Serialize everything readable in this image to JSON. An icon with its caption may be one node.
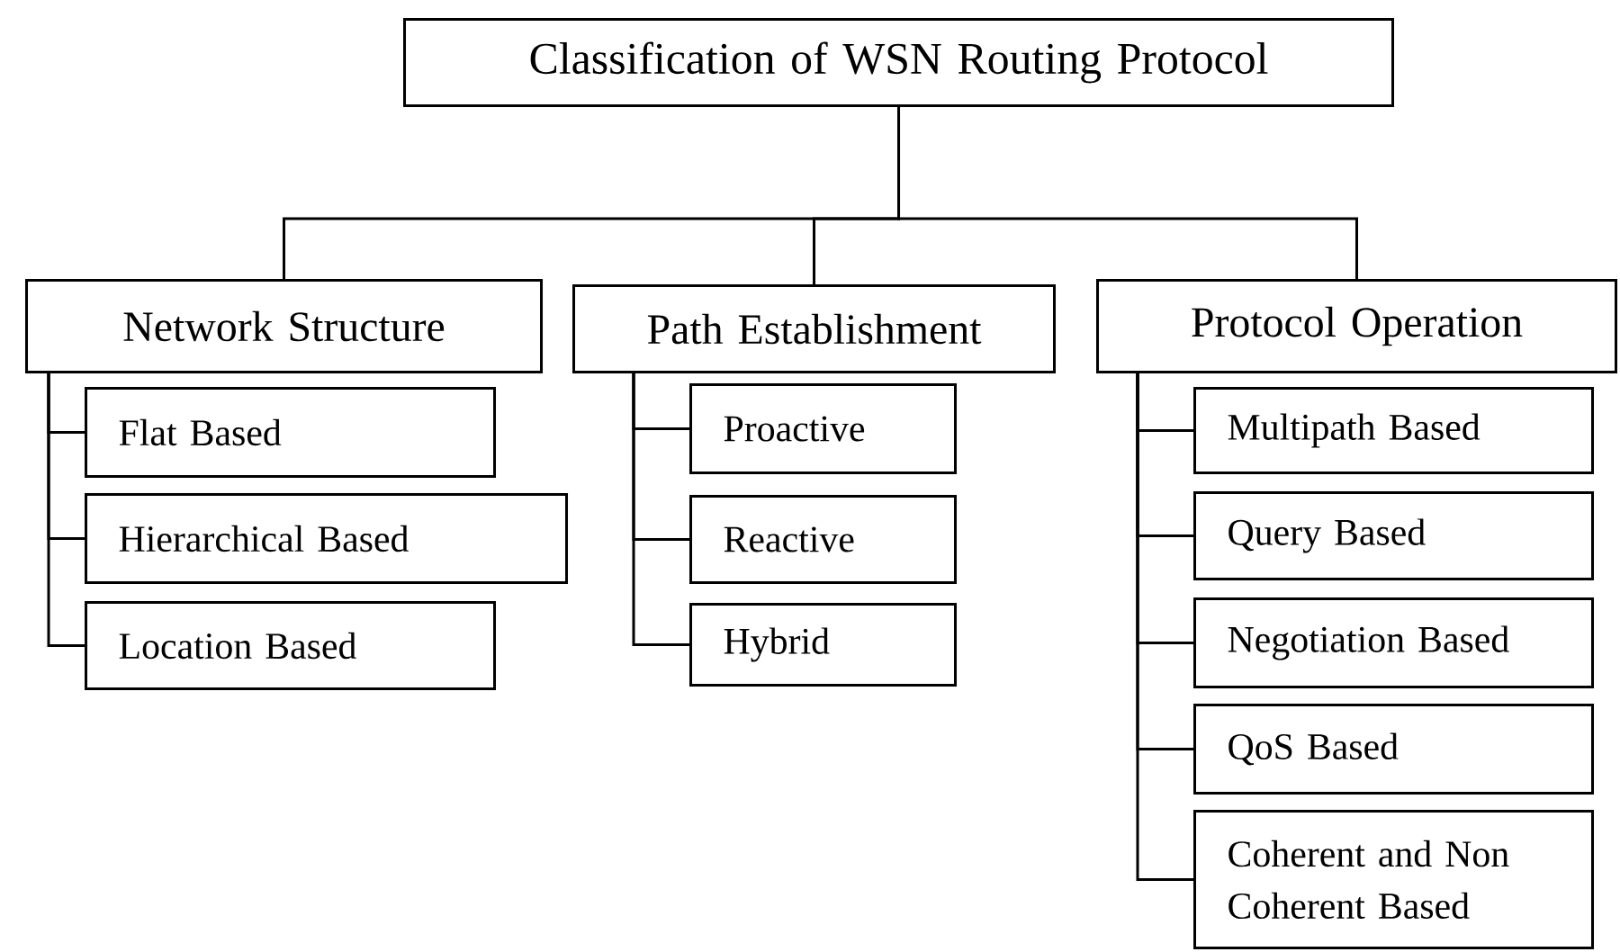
{
  "diagram": {
    "nodes": [
      {
        "text": [
          "Classification of WSN Routing Protocol"
        ]
      },
      {
        "text": [
          "Network Structure"
        ]
      },
      {
        "text": [
          "Path Establishment"
        ]
      },
      {
        "text": [
          "Protocol Operation"
        ]
      },
      {
        "text": [
          "Flat Based"
        ]
      },
      {
        "text": [
          "Hierarchical Based"
        ]
      },
      {
        "text": [
          "Location Based"
        ]
      },
      {
        "text": [
          "Proactive"
        ]
      },
      {
        "text": [
          "Reactive"
        ]
      },
      {
        "text": [
          "Hybrid"
        ]
      },
      {
        "text": [
          "Multipath Based"
        ]
      },
      {
        "text": [
          "Query Based"
        ]
      },
      {
        "text": [
          "Negotiation Based"
        ]
      },
      {
        "text": [
          "QoS Based"
        ]
      },
      {
        "text": [
          "Coherent and Non Coherent Based"
        ]
      }
    ],
    "edges": [
      {
        "from": 0,
        "to": 1,
        "arrow": "none"
      },
      {
        "from": 0,
        "to": 2,
        "arrow": "none"
      },
      {
        "from": 0,
        "to": 3,
        "arrow": "none"
      },
      {
        "from": 1,
        "to": 4,
        "arrow": "none"
      },
      {
        "from": 1,
        "to": 5,
        "arrow": "none"
      },
      {
        "from": 1,
        "to": 6,
        "arrow": "none"
      },
      {
        "from": 2,
        "to": 7,
        "arrow": "none"
      },
      {
        "from": 2,
        "to": 8,
        "arrow": "none"
      },
      {
        "from": 2,
        "to": 9,
        "arrow": "none"
      },
      {
        "from": 3,
        "to": 10,
        "arrow": "none"
      },
      {
        "from": 3,
        "to": 11,
        "arrow": "none"
      },
      {
        "from": 3,
        "to": 12,
        "arrow": "none"
      },
      {
        "from": 3,
        "to": 13,
        "arrow": "none"
      },
      {
        "from": 3,
        "to": 14,
        "arrow": "none"
      }
    ]
  }
}
